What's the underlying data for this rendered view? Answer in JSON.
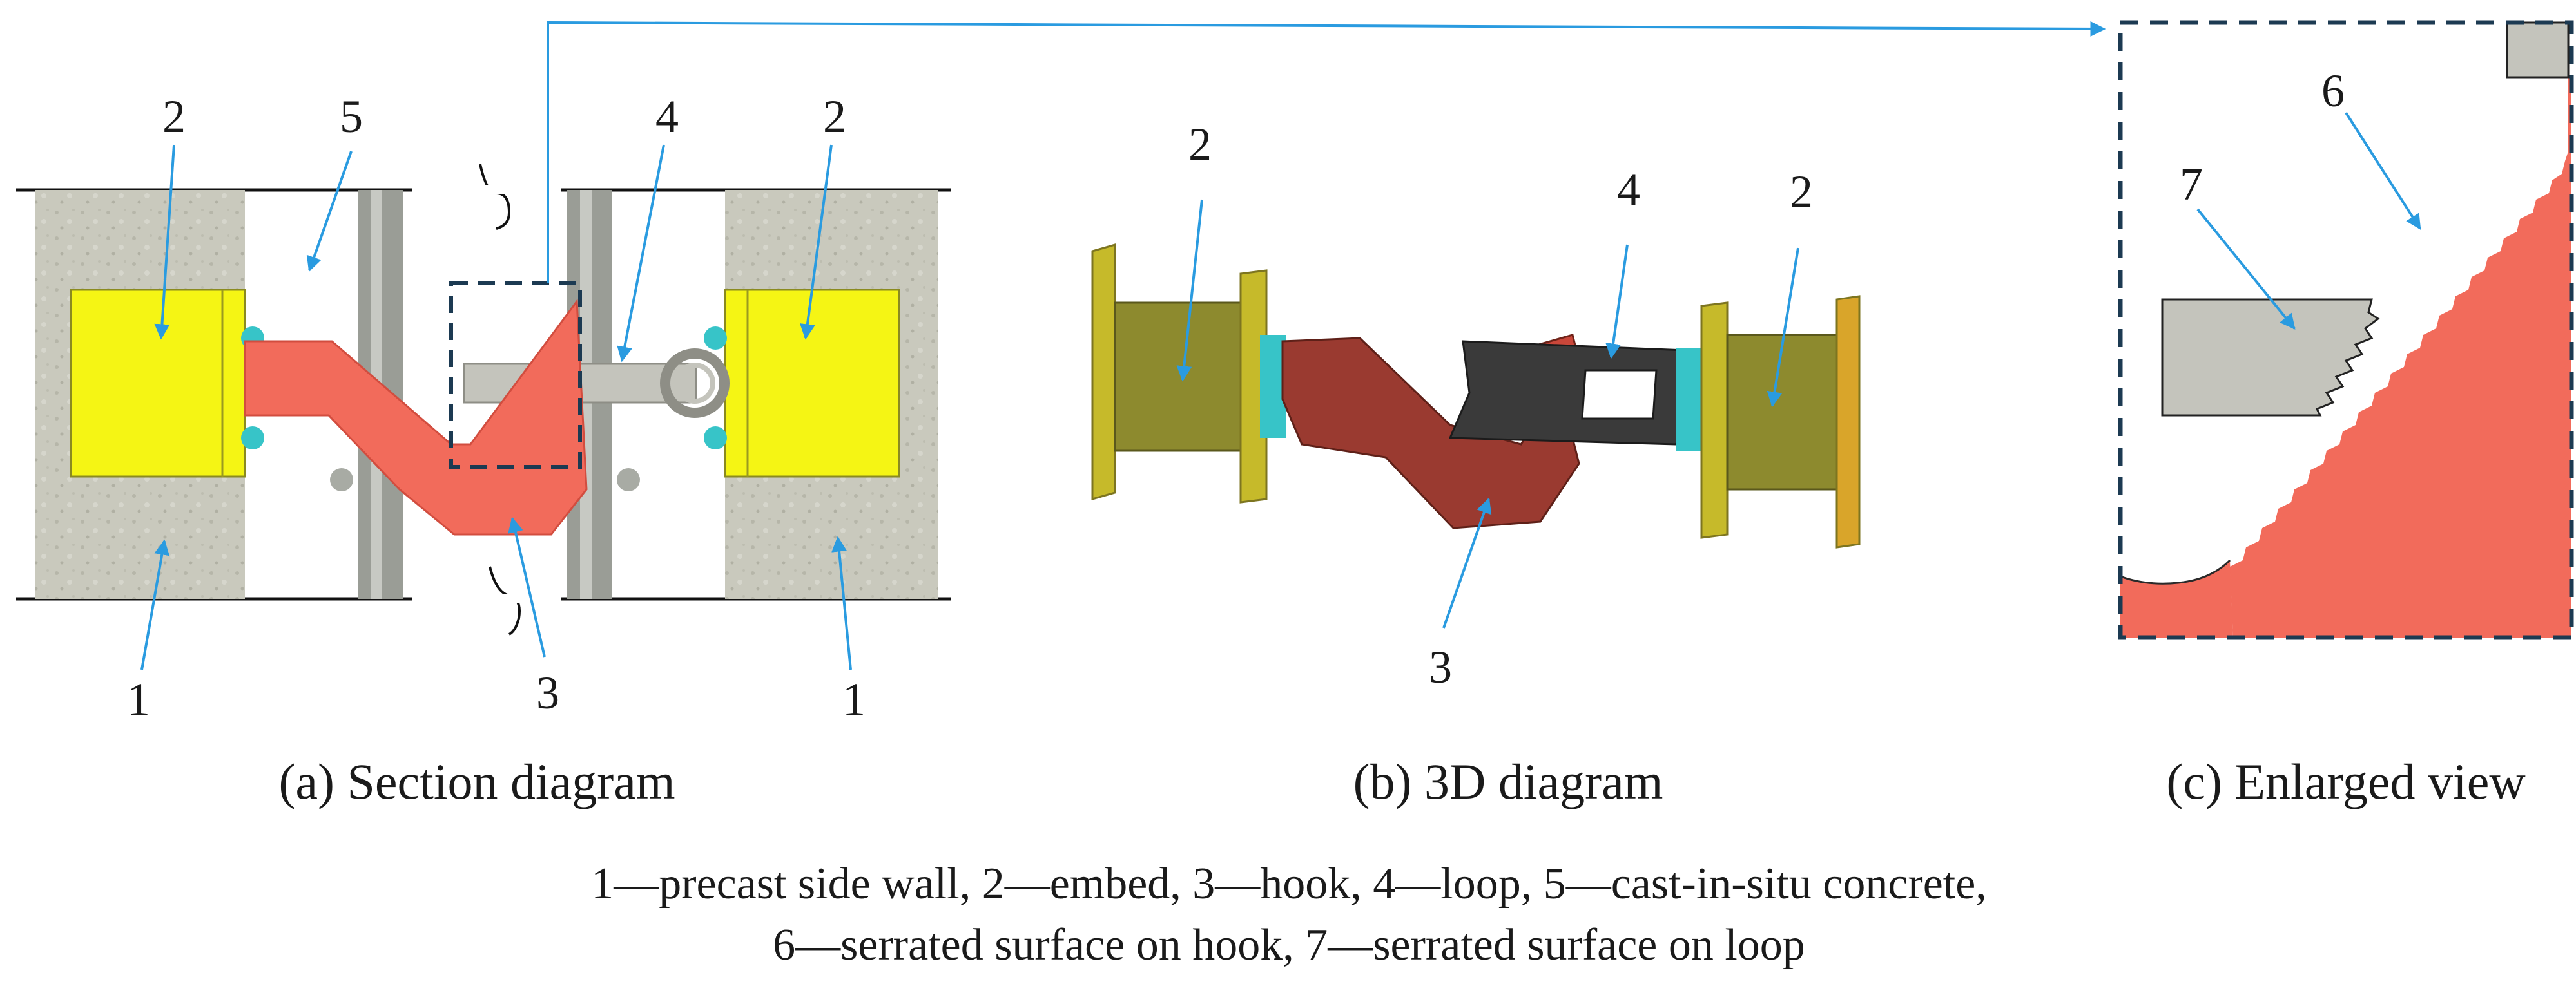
{
  "panels": {
    "a": {
      "caption": "(a) Section diagram",
      "labels": [
        "2",
        "5",
        "4",
        "2",
        "1",
        "3",
        "1"
      ]
    },
    "b": {
      "caption": "(b) 3D diagram",
      "labels": [
        "2",
        "4",
        "2",
        "3"
      ]
    },
    "c": {
      "caption": "(c) Enlarged view",
      "labels": [
        "6",
        "7"
      ]
    }
  },
  "legend": {
    "line1": "1—precast side wall, 2—embed, 3—hook, 4—loop, 5—cast-in-situ concrete,",
    "line2": "6—serrated surface on hook, 7—serrated surface on loop"
  },
  "colors": {
    "concrete": "#c9c9bd",
    "embed": "#f5f514",
    "hook": "#f26b5b",
    "loop": "#c4c4bc",
    "arrow": "#2a9be0",
    "dashed_box": "#1c3a52",
    "stud": "#37c4c8"
  }
}
